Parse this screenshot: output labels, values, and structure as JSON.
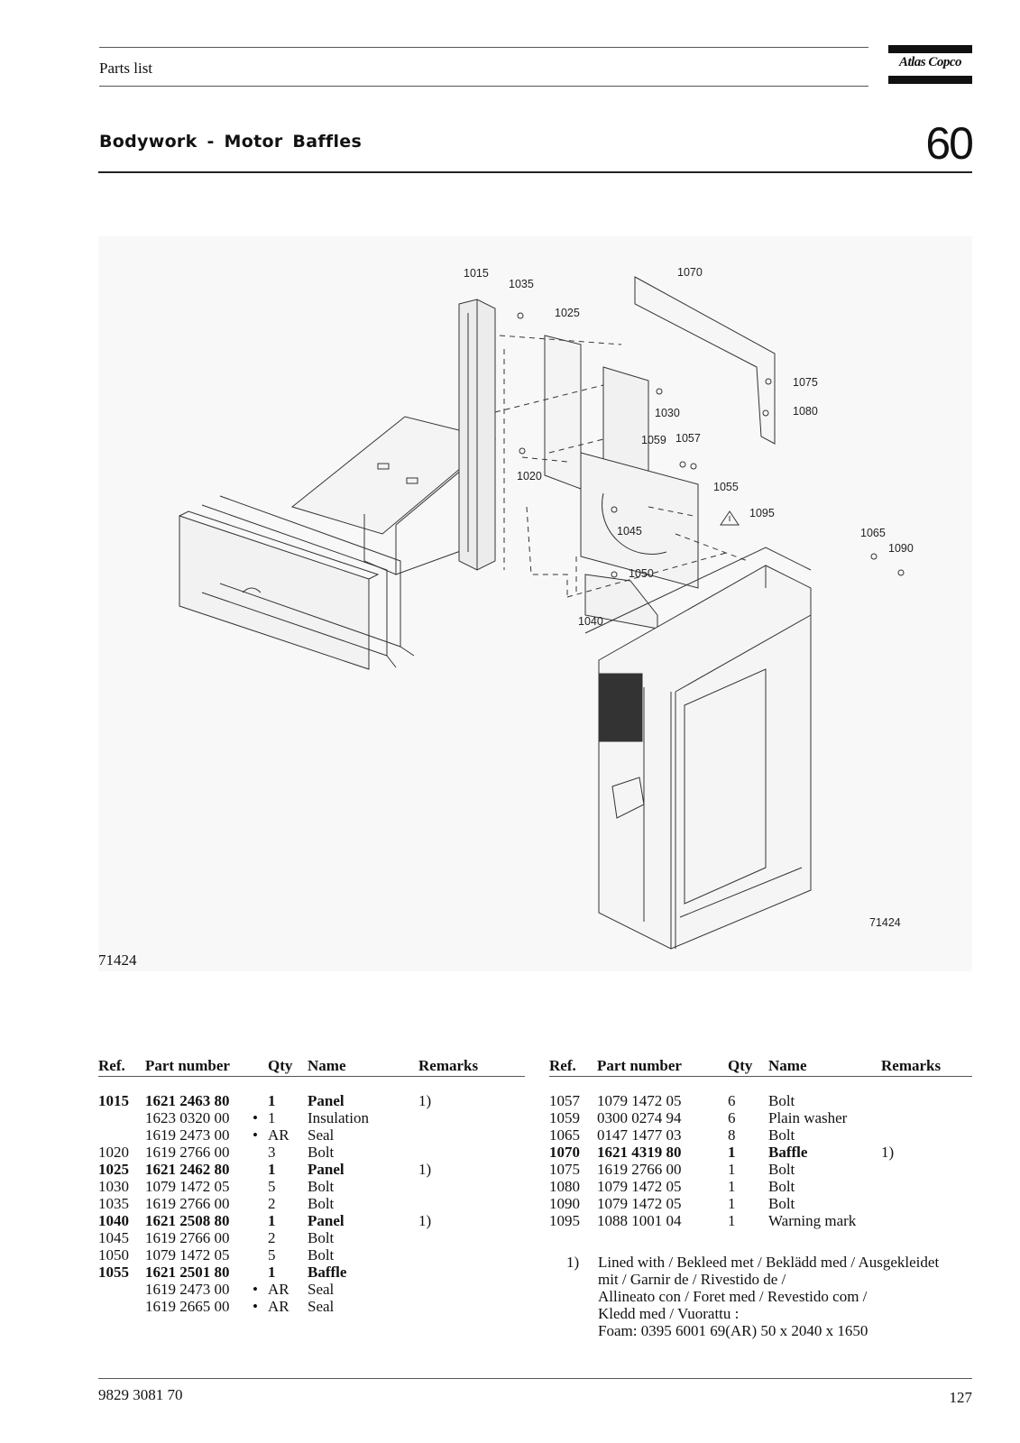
{
  "header": {
    "label": "Parts list",
    "logo_text": "Atlas Copco"
  },
  "title": "Bodywork - Motor Baffles",
  "chapter": "60",
  "figure": {
    "number": "71424",
    "drawing_number": "71424",
    "callouts": [
      "1015",
      "1035",
      "1025",
      "1070",
      "1075",
      "1080",
      "1030",
      "1059",
      "1057",
      "1020",
      "1055",
      "1095",
      "1045",
      "1065",
      "1090",
      "1050",
      "1040"
    ]
  },
  "table": {
    "headers": {
      "ref": "Ref.",
      "part": "Part number",
      "qty": "Qty",
      "name": "Name",
      "remarks": "Remarks"
    },
    "left_rows": [
      {
        "ref": "1015",
        "part": "1621 2463 80",
        "bullet": "",
        "qty": "1",
        "name": "Panel",
        "remarks": "1)",
        "bold": true
      },
      {
        "ref": "",
        "part": "1623 0320 00",
        "bullet": "•",
        "qty": "1",
        "name": "Insulation",
        "remarks": "",
        "bold": false
      },
      {
        "ref": "",
        "part": "1619 2473 00",
        "bullet": "•",
        "qty": "AR",
        "name": "Seal",
        "remarks": "",
        "bold": false
      },
      {
        "ref": "1020",
        "part": "1619 2766 00",
        "bullet": "",
        "qty": "3",
        "name": "Bolt",
        "remarks": "",
        "bold": false
      },
      {
        "ref": "1025",
        "part": "1621 2462 80",
        "bullet": "",
        "qty": "1",
        "name": "Panel",
        "remarks": "1)",
        "bold": true
      },
      {
        "ref": "1030",
        "part": "1079 1472 05",
        "bullet": "",
        "qty": "5",
        "name": "Bolt",
        "remarks": "",
        "bold": false
      },
      {
        "ref": "1035",
        "part": "1619 2766 00",
        "bullet": "",
        "qty": "2",
        "name": "Bolt",
        "remarks": "",
        "bold": false
      },
      {
        "ref": "1040",
        "part": "1621 2508 80",
        "bullet": "",
        "qty": "1",
        "name": "Panel",
        "remarks": "1)",
        "bold": true
      },
      {
        "ref": "1045",
        "part": "1619 2766 00",
        "bullet": "",
        "qty": "2",
        "name": "Bolt",
        "remarks": "",
        "bold": false
      },
      {
        "ref": "1050",
        "part": "1079 1472 05",
        "bullet": "",
        "qty": "5",
        "name": "Bolt",
        "remarks": "",
        "bold": false
      },
      {
        "ref": "1055",
        "part": "1621 2501 80",
        "bullet": "",
        "qty": "1",
        "name": "Baffle",
        "remarks": "",
        "bold": true
      },
      {
        "ref": "",
        "part": "1619 2473 00",
        "bullet": "•",
        "qty": "AR",
        "name": "Seal",
        "remarks": "",
        "bold": false
      },
      {
        "ref": "",
        "part": "1619 2665 00",
        "bullet": "•",
        "qty": "AR",
        "name": "Seal",
        "remarks": "",
        "bold": false
      }
    ],
    "right_rows": [
      {
        "ref": "1057",
        "part": "1079 1472 05",
        "qty": "6",
        "name": "Bolt",
        "remarks": "",
        "bold": false
      },
      {
        "ref": "1059",
        "part": "0300 0274 94",
        "qty": "6",
        "name": "Plain washer",
        "remarks": "",
        "bold": false
      },
      {
        "ref": "1065",
        "part": "0147 1477 03",
        "qty": "8",
        "name": "Bolt",
        "remarks": "",
        "bold": false
      },
      {
        "ref": "1070",
        "part": "1621 4319 80",
        "qty": "1",
        "name": "Baffle",
        "remarks": "1)",
        "bold": true
      },
      {
        "ref": "1075",
        "part": "1619 2766 00",
        "qty": "1",
        "name": "Bolt",
        "remarks": "",
        "bold": false
      },
      {
        "ref": "1080",
        "part": "1079 1472 05",
        "qty": "1",
        "name": "Bolt",
        "remarks": "",
        "bold": false
      },
      {
        "ref": "1090",
        "part": "1079 1472 05",
        "qty": "1",
        "name": "Bolt",
        "remarks": "",
        "bold": false
      },
      {
        "ref": "1095",
        "part": "1088 1001 04",
        "qty": "1",
        "name": "Warning mark",
        "remarks": "",
        "bold": false
      }
    ]
  },
  "footnote": {
    "number": "1)",
    "lines": [
      "Lined with / Bekleed met / Beklädd med / Ausgekleidet",
      "mit / Garnir de / Rivestido de /",
      "Allineato con / Foret med / Revestido com /",
      "Kledd med / Vuorattu :",
      "Foam: 0395 6001 69(AR) 50 x 2040 x 1650"
    ]
  },
  "footer": {
    "doc_number": "9829 3081 70",
    "page": "127"
  }
}
